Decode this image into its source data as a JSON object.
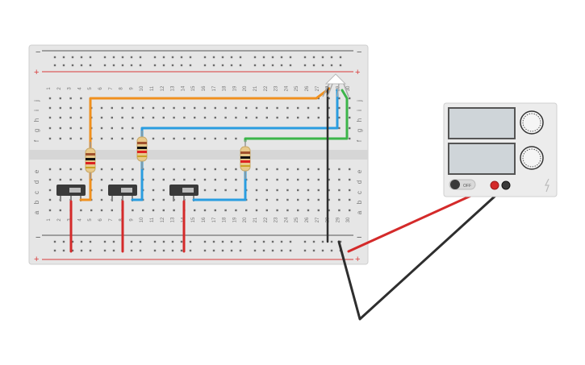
{
  "breadboard": {
    "column_numbers": [
      "1",
      "2",
      "3",
      "4",
      "5",
      "6",
      "7",
      "8",
      "9",
      "10",
      "11",
      "12",
      "13",
      "14",
      "15",
      "16",
      "17",
      "18",
      "19",
      "20",
      "21",
      "22",
      "23",
      "24",
      "25",
      "26",
      "27",
      "28",
      "29",
      "30"
    ],
    "top_row_letters": [
      "j",
      "i",
      "h",
      "g",
      "f"
    ],
    "bottom_row_letters": [
      "e",
      "d",
      "c",
      "b",
      "a"
    ],
    "rail_minus": "−",
    "rail_plus": "+"
  },
  "power_supply": {
    "switch_label": "OFF"
  },
  "colors": {
    "board": "#e4e4e4",
    "hole": "#6b6b6b",
    "rail_red": "#d83a3a",
    "rail_dark": "#555555",
    "wire_orange": "#f0901e",
    "wire_blue": "#2a9de0",
    "wire_green": "#3cb54a",
    "wire_black": "#2e2e2e",
    "wire_red": "#d42a2a",
    "display": "#cfd5d9",
    "supply_body": "#ececec"
  }
}
